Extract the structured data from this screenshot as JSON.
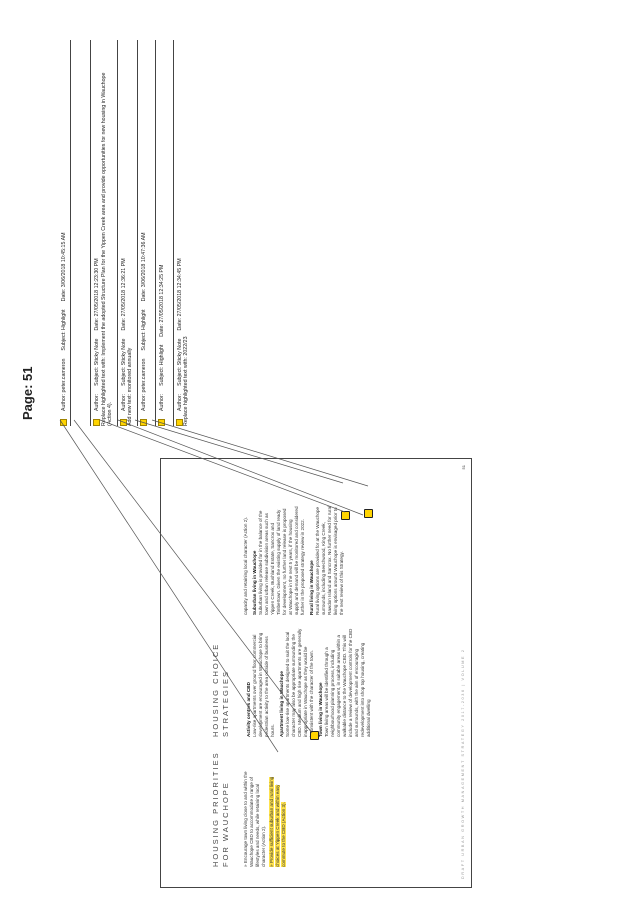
{
  "page_title": "Page: 51",
  "comments": [
    {
      "author": "Author: peter.cameron",
      "subject": "Subject: Highlight",
      "date": "Date: 3/06/2018 10:45:15 AM",
      "note": ""
    },
    {
      "author": "Author:",
      "subject": "Subject: Sticky Note",
      "date": "Date: 27/05/2018 12:23:30 PM",
      "note": "Replace highlighted text with: Implement the adopted Structure Plan for the Yippen Creek area and provide opportunities for new housing in Wauchope (Action 4)."
    },
    {
      "author": "Author:",
      "subject": "Subject: Sticky Note",
      "date": "Date: 27/05/2018 12:36:21 PM",
      "note": "Add new text: monitored annually"
    },
    {
      "author": "Author: peter.cameron",
      "subject": "Subject: Highlight",
      "date": "Date: 3/06/2018 10:47:36 AM",
      "note": ""
    },
    {
      "author": "Author:",
      "subject": "Subject: Highlight",
      "date": "Date: 27/05/2018 12:34:25 PM",
      "note": ""
    },
    {
      "author": "Author:",
      "subject": "Subject: Sticky Note",
      "date": "Date: 27/05/2018 12:34:45 PM",
      "note": "Replace highlighted text with: 2022/23"
    }
  ],
  "document": {
    "heading_left": "HOUSING PRIORITIES\nFOR WAUCHOPE",
    "heading_right": "HOUSING CHOICE\nSTRATEGIES",
    "priority_1": "» Encourage town living close to and within the Wauchope CBD to accommodate a range of lifestyles and needs, while retaining local character (Action 2).",
    "priority_2": "» Provide sufficient suburban and rural living choices at Yippen Creek and within easy commute to the CBD (Action 3).",
    "activity_heading": "Activity centres and CBD",
    "activity_text": "Low-rise apartments over ground floor commercial development are encouraged in Wauchope to bring pedestrian activity to the area outside of business hours.",
    "apartment_heading": "Apartment living in Wauchope",
    "apartment_text": "Some low-rise apartments designed to suit the local character may also be appropriate surrounding the CBD. Medium and high rise apartments are generally inappropriate in Wauchope as they would be inconsistent with the character of the town.",
    "town_heading": "Town living in Wauchope",
    "town_text": "Town living areas will be identified through a neighbourhood planning process, including community engagement, in suitable areas within a walkable distance to the Wauchope CBD. This will include a review of development controls for the CBD and surrounds, with the aim of encouraging redevelopment into shop top housing, creating additional dwelling",
    "col3_text1": "capacity and retaining local character (Action 2).",
    "suburban_heading": "Suburban living in Wauchope",
    "suburban_text": "Suburban living is provided for in the balance of the town and urban release subdivision areas such as Yippen Creek, Bushland Estate, Sancrox and Timbertown. Given the existing supply of land ready for development, no further land release is proposed at Wauchope in the next 5 years, if the housing supply and demand will be monitored and considered further in the proposed strategy review in 2022.",
    "rural_heading": "Rural living in Wauchope",
    "rural_text": "Rural living options are provided for at the Wauchope surrounds, including Beechwood, King Creek, Rawdon Island and Sancrox. No further need for rural living options around Wauchope is envisaged prior to the next review of this Strategy.",
    "footer": "DRAFT URBAN GROWTH MANAGEMENT STRATEGY 2017-2036  |  VOLUME 2",
    "page_number": "51"
  },
  "colors": {
    "highlight": "#ffe34d",
    "note_marker": "#ffd400"
  }
}
